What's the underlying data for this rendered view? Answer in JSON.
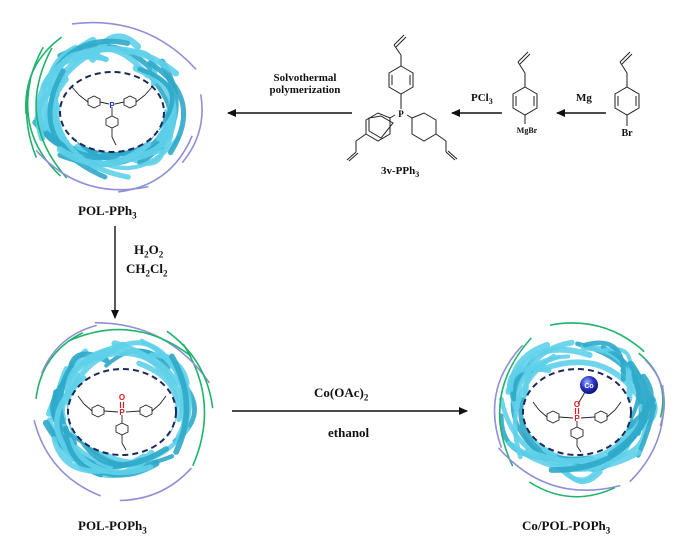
{
  "labels": {
    "pol_pph3": "POL-PPh",
    "pol_pph3_sub": "3",
    "pol_poph3": "POL-POPh",
    "pol_poph3_sub": "3",
    "co_pol_poph3": "Co/POL-POPh",
    "co_pol_poph3_sub": "3",
    "monomer": "3v-PPh",
    "monomer_sub": "3"
  },
  "reagents": {
    "mg": "Mg",
    "pcl3": "PCl",
    "pcl3_sub": "3",
    "solvothermal_1": "Solvothermal",
    "solvothermal_2": "polymerization",
    "h2o2": "H",
    "h2o2_sub1": "2",
    "h2o2_o": "O",
    "h2o2_sub2": "2",
    "ch2cl2_a": "CH",
    "ch2cl2_sub1": "2",
    "ch2cl2_b": "Cl",
    "ch2cl2_sub2": "2",
    "coac_a": "Co(OAc)",
    "coac_sub": "2",
    "ethanol": "ethanol"
  },
  "atoms": {
    "br": "Br",
    "mgbr": "MgBr",
    "p": "P",
    "o": "O",
    "co": "Co"
  },
  "colors": {
    "fiber": "#5fd0ea",
    "fiber_dark": "#2fa9c9",
    "strand_green": "#1fb36b",
    "strand_purple": "#8f8fd6",
    "ring": "#1b2a5a",
    "phosphorus": "#1a2bcc",
    "oxygen": "#e01b1b",
    "cobalt": "#1f2ab8"
  }
}
